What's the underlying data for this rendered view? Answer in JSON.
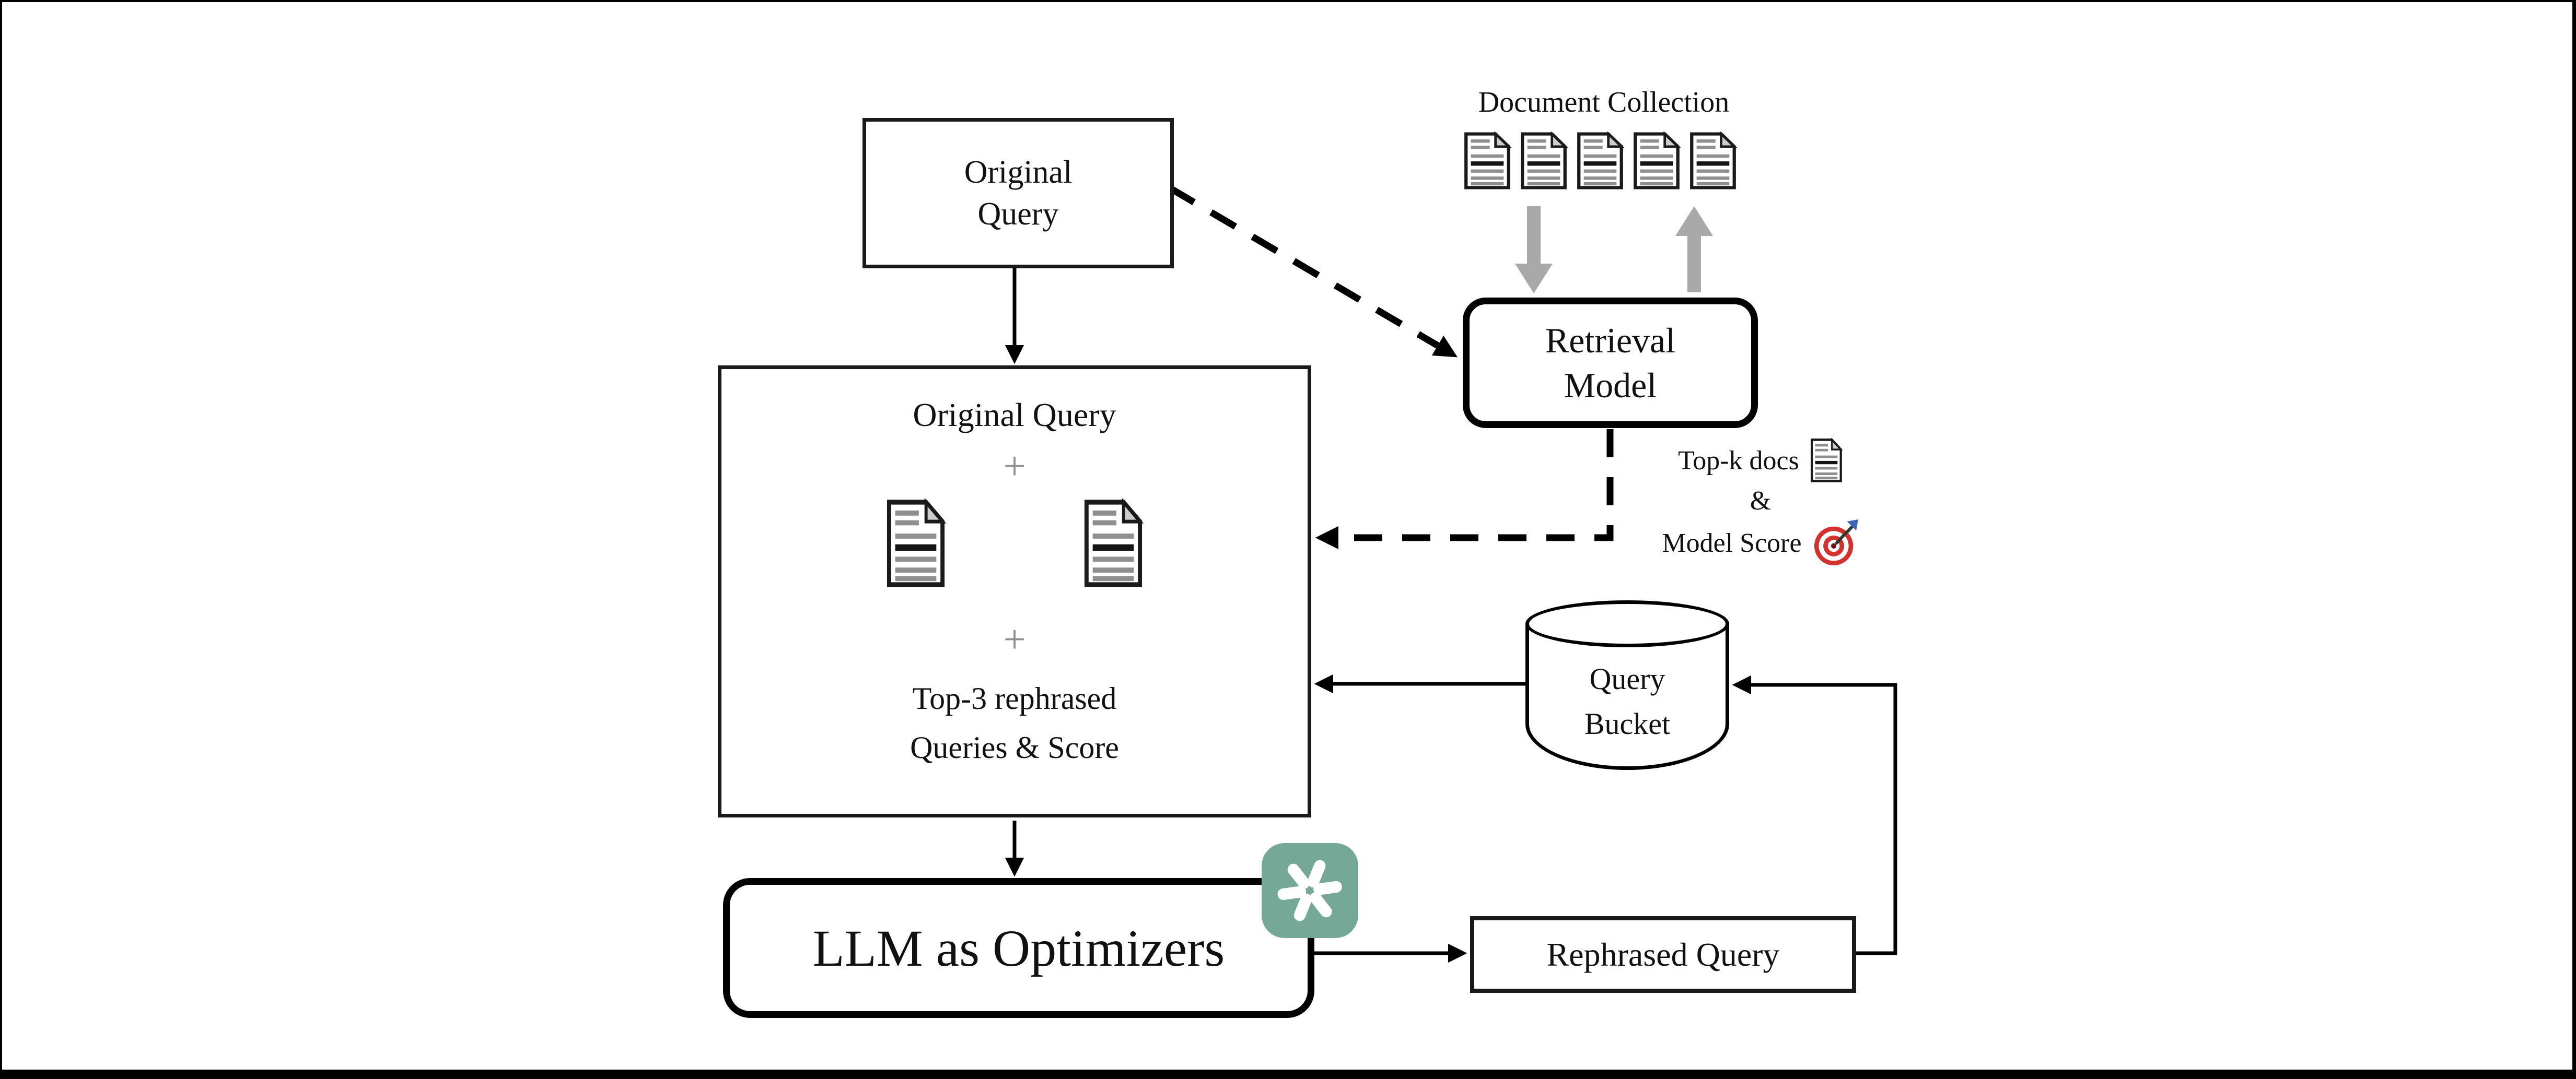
{
  "figure": {
    "original_query": {
      "label": "Original\nQuery"
    },
    "document_collection": {
      "title": "Document Collection",
      "icon": "document-icon",
      "count": 5
    },
    "retrieval_model": {
      "label": "Retrieval\nModel"
    },
    "retrieval_output": {
      "line1": "Top-k docs",
      "line2": "&",
      "line3": "Model Score",
      "doc_icon": "document-icon",
      "score_icon": "target-icon"
    },
    "prompt_box": {
      "title": "Original Query",
      "plus_top": "+",
      "doc_icon": "document-icon",
      "doc_count": 2,
      "plus_bottom": "+",
      "footer": "Top-3 rephrased\nQueries & Score"
    },
    "query_bucket": {
      "label": "Query\nBucket"
    },
    "llm": {
      "label": "LLM as Optimizers",
      "logo": "openai-logo"
    },
    "rephrased_query": {
      "label": "Rephrased Query"
    },
    "colors": {
      "openai_teal": "#75a896",
      "arrow_gray": "#a9a9a9",
      "plus_gray": "#8f8f8f",
      "target_red": "#d2322e",
      "line_black": "#000000"
    }
  }
}
